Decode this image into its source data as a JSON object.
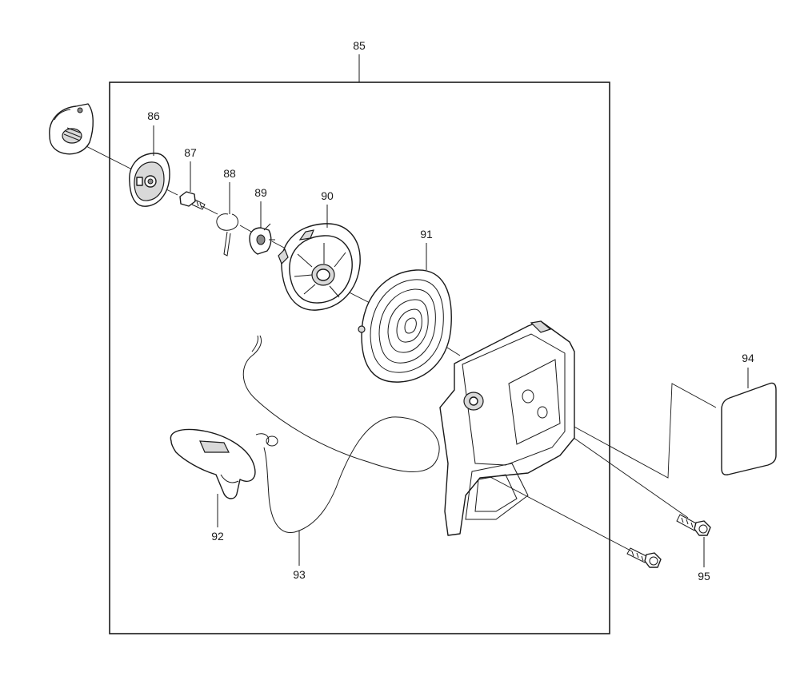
{
  "diagram": {
    "part_labels": {
      "p85": "85",
      "p86": "86",
      "p87": "87",
      "p88": "88",
      "p89": "89",
      "p90": "90",
      "p91": "91",
      "p92": "92",
      "p93": "93",
      "p94": "94",
      "p95": "95"
    }
  }
}
